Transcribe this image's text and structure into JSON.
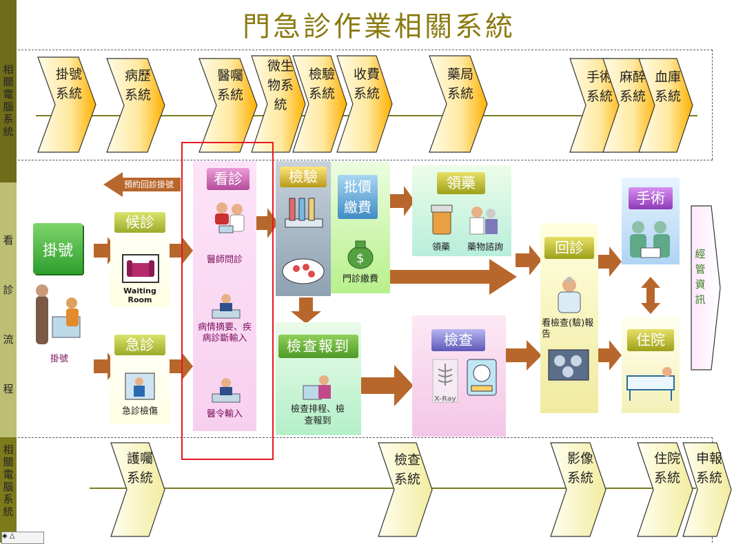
{
  "title": "門急診作業相關系統",
  "side_labels": {
    "top": "相關電腦系統",
    "flow": [
      "看",
      "診",
      "流",
      "程"
    ],
    "bottom": "相關電腦系統"
  },
  "top_systems": [
    {
      "id": "registration",
      "text": "掛號系統"
    },
    {
      "id": "medical-record",
      "text": "病歷系統"
    },
    {
      "id": "doctor-order",
      "text": "醫囑系統"
    },
    {
      "id": "microbiology",
      "text": "微生物系統"
    },
    {
      "id": "laboratory",
      "text": "檢驗系統"
    },
    {
      "id": "billing",
      "text": "收費系統"
    },
    {
      "id": "pharmacy",
      "text": "藥局系統"
    },
    {
      "id": "surgery",
      "text": "手術系統"
    },
    {
      "id": "anesthesia",
      "text": "麻醉系統"
    },
    {
      "id": "blood-bank",
      "text": "血庫系統"
    }
  ],
  "bottom_systems": [
    {
      "id": "nursing-order",
      "text": "護囑系統"
    },
    {
      "id": "exam",
      "text": "檢查系統"
    },
    {
      "id": "imaging",
      "text": "影像系統"
    },
    {
      "id": "inpatient",
      "text": "住院系統"
    },
    {
      "id": "claims",
      "text": "申報系統"
    }
  ],
  "flow": {
    "registration": {
      "header": "掛號",
      "caption": "掛號"
    },
    "appointment_label": "預約回診掛號",
    "waiting": {
      "header": "候診",
      "caption": "Waiting Room"
    },
    "emergency": {
      "header": "急診",
      "caption": "急診檢傷"
    },
    "consult": {
      "header": "看診",
      "step1": "醫師問診",
      "step2": "病情摘要、疾病診斷輸入",
      "step3": "醫令輸入"
    },
    "lab": {
      "header": "檢驗"
    },
    "payment": {
      "header": "批價繳費",
      "caption": "門診繳費"
    },
    "medicine": {
      "header": "領藥",
      "caption1": "領藥",
      "caption2": "藥物諮詢"
    },
    "exam_checkin": {
      "header": "檢查報到",
      "caption": "檢查排程、檢查報到"
    },
    "exam": {
      "header": "檢查",
      "xray": "X-Ray"
    },
    "revisit": {
      "header": "回診",
      "caption": "看檢查(驗)報告"
    },
    "surgery": {
      "header": "手術"
    },
    "inpatient": {
      "header": "住院"
    },
    "management": {
      "text": "經管資訊"
    }
  },
  "colors": {
    "title": "#8a7a10",
    "highlight": "#e8161f",
    "arrow": "#b5652a",
    "olive": "#7d7a1c"
  }
}
